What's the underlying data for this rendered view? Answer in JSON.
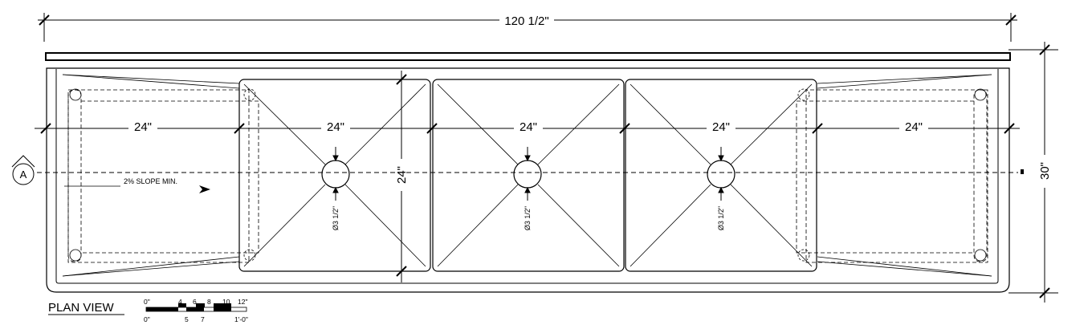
{
  "drawing": {
    "overall_width": "120 1/2\"",
    "overall_depth": "30\"",
    "section_widths": [
      "24\"",
      "24\"",
      "24\"",
      "24\"",
      "24\""
    ],
    "bowl_depth": "24\"",
    "drain_labels": [
      "Ø3 1/2\"",
      "Ø3 1/2\"",
      "Ø3 1/2\""
    ],
    "slope_note": "2% SLOPE MIN.",
    "section_marker": "A",
    "view_title": "PLAN VIEW",
    "scale_top_labels": [
      "0\"",
      "4",
      "6",
      "8",
      "10",
      "12\""
    ],
    "scale_bottom_labels": [
      "0\"",
      "5",
      "7",
      "1'-0\""
    ]
  }
}
